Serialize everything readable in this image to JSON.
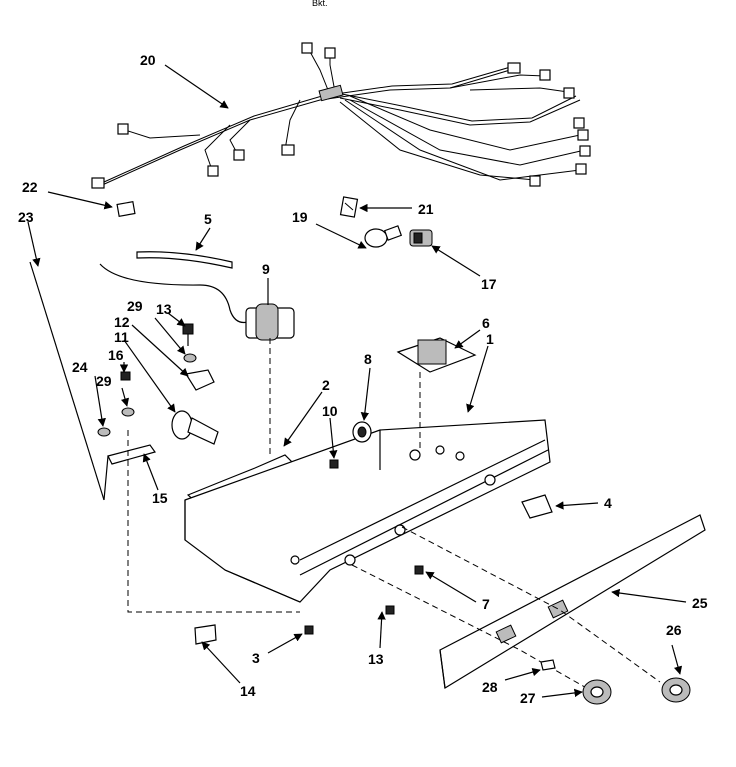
{
  "header_fragment": "Bkt.",
  "callouts": [
    "20",
    "22",
    "23",
    "5",
    "21",
    "19",
    "17",
    "9",
    "13",
    "29",
    "12",
    "11",
    "6",
    "1",
    "8",
    "16",
    "29",
    "24",
    "2",
    "10",
    "15",
    "4",
    "7",
    "25",
    "3",
    "13",
    "14",
    "26",
    "28",
    "27"
  ]
}
